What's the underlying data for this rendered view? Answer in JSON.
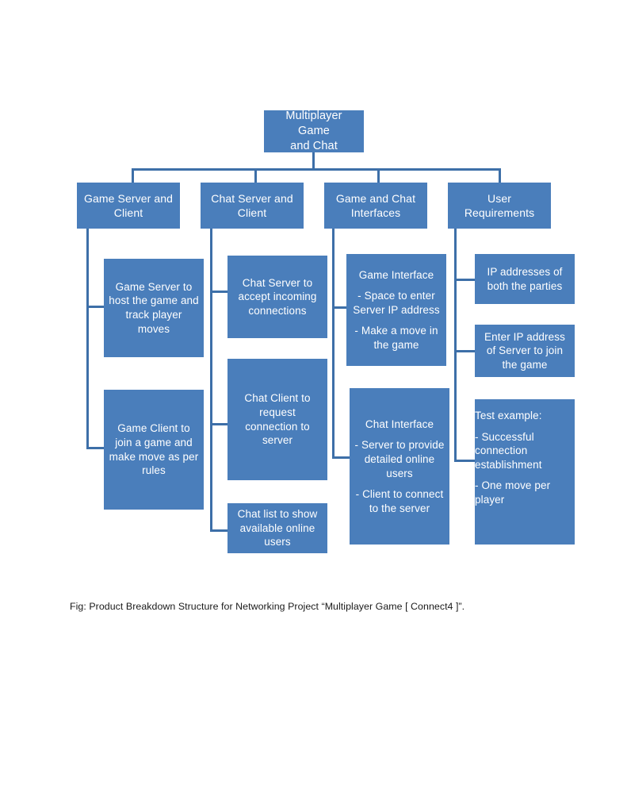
{
  "diagram": {
    "title": "Product Breakdown Structure",
    "colors": {
      "box_fill": "#4A7EBB",
      "box_text": "#FFFFFF",
      "connector": "#3D6FA8",
      "page_background": "#FFFFFF",
      "caption_text": "#1A1A1A"
    },
    "root": {
      "lines": [
        "Multiplayer  Game",
        "and Chat"
      ]
    },
    "branches": [
      {
        "header": {
          "lines": [
            "Game Server and",
            "Client"
          ]
        },
        "children": [
          {
            "paras": [
              "Game Server to host the game and track player moves"
            ]
          },
          {
            "paras": [
              "Game Client to join a game and make move as per rules"
            ]
          }
        ]
      },
      {
        "header": {
          "lines": [
            "Chat Server and",
            "Client"
          ]
        },
        "children": [
          {
            "paras": [
              "Chat Server to accept incoming connections"
            ]
          },
          {
            "paras": [
              "Chat Client to request connection to server"
            ]
          },
          {
            "paras": [
              "Chat list to show available online users"
            ]
          }
        ]
      },
      {
        "header": {
          "lines": [
            "Game and Chat",
            "Interfaces"
          ]
        },
        "children": [
          {
            "paras": [
              "Game Interface",
              "- Space to enter Server IP address",
              "- Make a move in the game"
            ]
          },
          {
            "paras": [
              "Chat Interface",
              "- Server to provide detailed online users",
              "- Client to connect to the server"
            ]
          }
        ]
      },
      {
        "header": {
          "lines": [
            "User",
            "Requirements"
          ]
        },
        "children": [
          {
            "paras": [
              "IP addresses of both the parties"
            ]
          },
          {
            "paras": [
              "Enter IP address of Server to join the game"
            ]
          },
          {
            "paras": [
              "Test example:",
              "- Successful connection establishment",
              "- One move per player"
            ]
          }
        ]
      }
    ],
    "caption": "Fig: Product Breakdown Structure for Networking Project “Multiplayer Game [ Connect4 ]”."
  }
}
